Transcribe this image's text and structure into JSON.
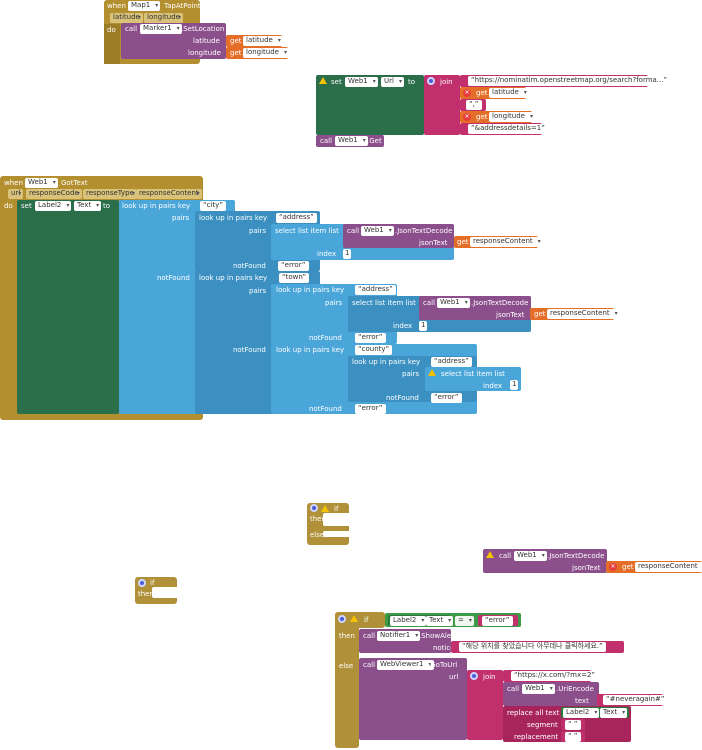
{
  "map_event": {
    "when": "when",
    "component": "Map1",
    "event": "TapAtPoint",
    "params": [
      "latitude",
      "longitude"
    ],
    "do": "do",
    "call": "call",
    "marker": "Marker1",
    "method": ".SetLocation",
    "arg_latitude": "latitude",
    "arg_longitude": "longitude",
    "get": "get",
    "get_lat": "latitude",
    "get_lon": "longitude"
  },
  "web_url": {
    "set": "set",
    "component": "Web1",
    "property": "Url",
    "to": "to",
    "join": "join",
    "url_str": "https://nominatim.openstreetmap.org/search?forma...",
    "get": "get",
    "get_lat": "latitude",
    "comma": ",",
    "get_lon": "longitude",
    "addr_str": "&addressdetails=1",
    "call": "call",
    "call_comp": "Web1",
    "call_method": ".Get"
  },
  "gottext": {
    "when": "when",
    "component": "Web1",
    "event": "GotText",
    "params": [
      "url",
      "responseCode",
      "responseType",
      "responseContent"
    ],
    "do": "do",
    "set": "set",
    "label": "Label2",
    "prop": "Text",
    "to": "to",
    "lookup": "look up in pairs  key",
    "pairs": "pairs",
    "notFound": "notFound",
    "select": "select list item  list",
    "index": "index",
    "call": "call",
    "web": "Web1",
    "decode": ".JsonTextDecode",
    "jsonText": "jsonText",
    "get": "get",
    "responseContent": "responseContent",
    "key_city": "city",
    "key_address": "address",
    "key_town": "town",
    "key_county": "county",
    "error": "error",
    "one": "1"
  },
  "if_empty1": {
    "if": "if",
    "then": "then",
    "else": "else"
  },
  "decode_loose": {
    "call": "call",
    "web": "Web1",
    "method": ".JsonTextDecode",
    "jsonText": "jsonText",
    "get": "get",
    "var": "responseContent"
  },
  "if_empty2": {
    "if": "if",
    "then": "then"
  },
  "if_main": {
    "if": "if",
    "label": "Label2",
    "prop": "Text",
    "op": "=",
    "error": "error",
    "then": "then",
    "call": "call",
    "notifier": "Notifier1",
    "alert": ".ShowAlert",
    "notice": "notice",
    "notice_text": "해당 위치를 찾았습니다 아무데나 클릭하세요.",
    "else": "else",
    "viewer": "WebViewer1",
    "goto": ".GoToUrl",
    "url": "url",
    "join": "join",
    "url_str": "https://x.com/?mx=2",
    "web": "Web1",
    "encode": ".UriEncode",
    "text": "text",
    "tag": "#neveragain#",
    "replace": "replace all text",
    "label2": "Label2",
    "prop2": "Text",
    "segment": "segment",
    "replacement": "replacement",
    "blank": " "
  }
}
